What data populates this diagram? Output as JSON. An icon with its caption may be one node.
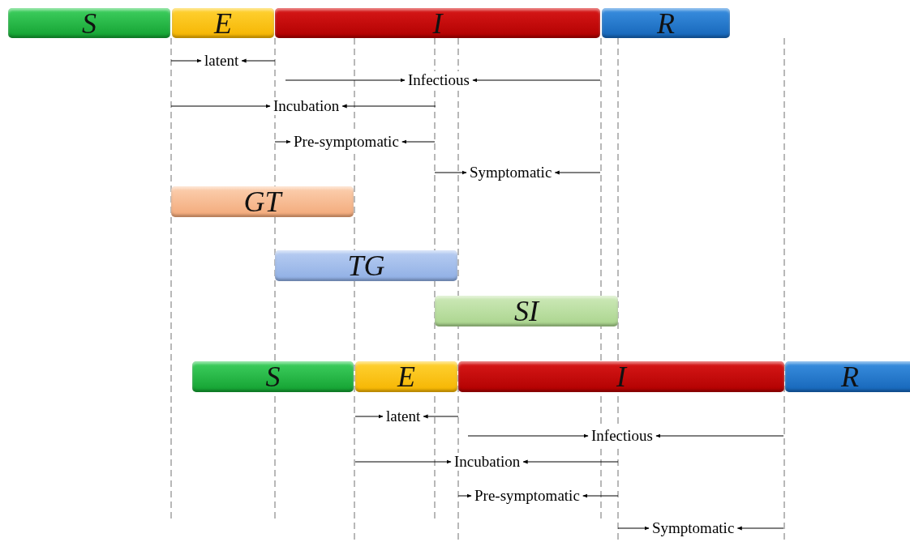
{
  "diagram": {
    "nodes": [
      {
        "text": [
          "S"
        ]
      },
      {
        "text": [
          "E"
        ]
      },
      {
        "text": [
          "I"
        ]
      },
      {
        "text": [
          "R"
        ]
      },
      {
        "text": [
          "GT"
        ]
      },
      {
        "text": [
          "TG"
        ]
      },
      {
        "text": [
          "SI"
        ]
      },
      {
        "text": [
          "S"
        ]
      },
      {
        "text": [
          "E"
        ]
      },
      {
        "text": [
          "I"
        ]
      },
      {
        "text": [
          "R"
        ]
      }
    ],
    "edges": [],
    "labels": [
      "latent",
      "Infectious",
      "Incubation",
      "Pre-symptomatic",
      "Symptomatic",
      "latent",
      "Infectious",
      "Incubation",
      "Pre-symptomatic",
      "Symptomatic"
    ]
  }
}
